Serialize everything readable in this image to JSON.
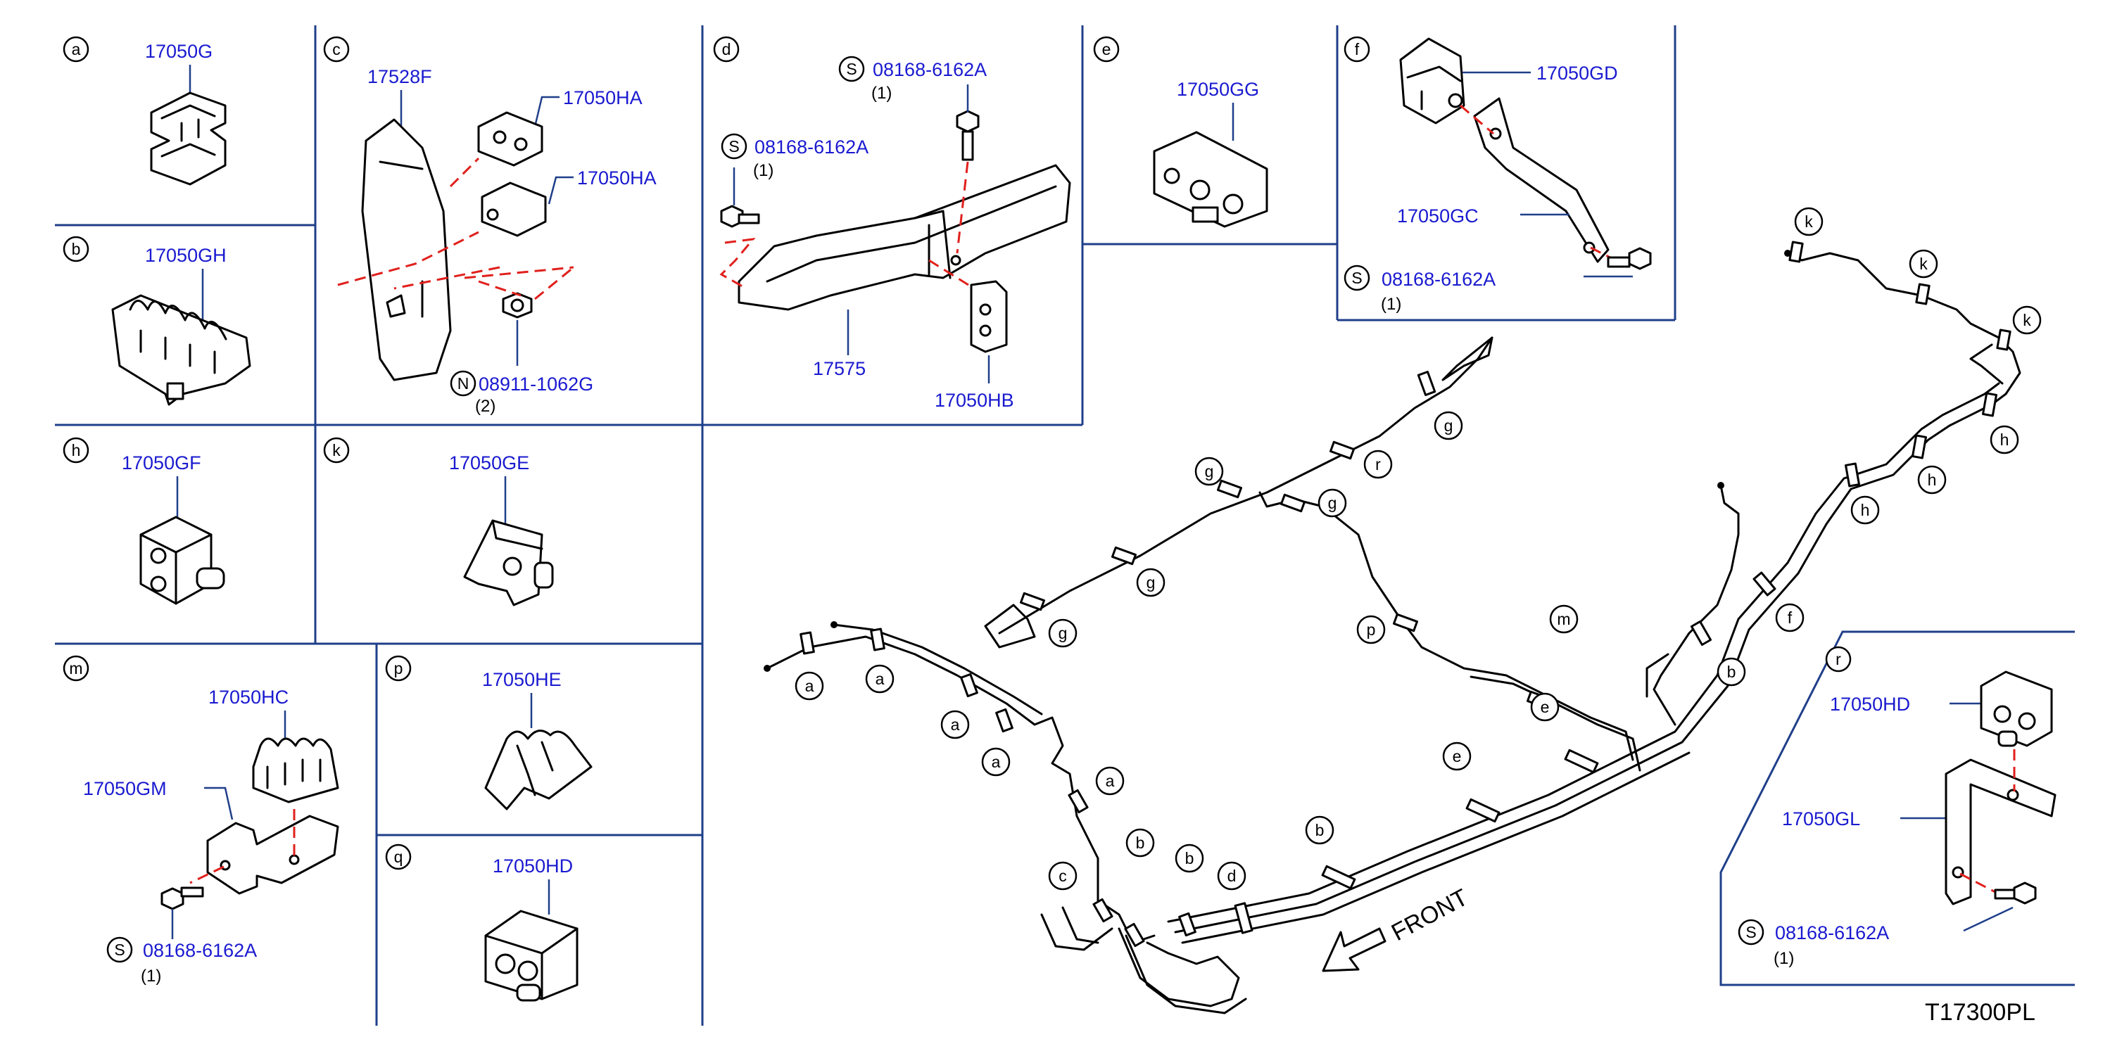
{
  "diagram_code": "T17300PL",
  "front_label": "FRONT",
  "panels": {
    "a": {
      "letter": "a",
      "parts": [
        {
          "no": "17050G"
        }
      ]
    },
    "b": {
      "letter": "b",
      "parts": [
        {
          "no": "17050GH"
        }
      ]
    },
    "c": {
      "letter": "c",
      "parts": [
        {
          "no": "17528F"
        },
        {
          "no": "17050HA"
        },
        {
          "no": "17050HA"
        },
        {
          "no": "08911-1062G",
          "prefix": "N",
          "qty": "(2)"
        }
      ]
    },
    "d": {
      "letter": "d",
      "parts": [
        {
          "no": "08168-6162A",
          "prefix": "S",
          "qty": "(1)"
        },
        {
          "no": "08168-6162A",
          "prefix": "S",
          "qty": "(1)"
        },
        {
          "no": "17575"
        },
        {
          "no": "17050HB"
        }
      ]
    },
    "e": {
      "letter": "e",
      "parts": [
        {
          "no": "17050GG"
        }
      ]
    },
    "f": {
      "letter": "f",
      "parts": [
        {
          "no": "17050GD"
        },
        {
          "no": "17050GC"
        },
        {
          "no": "08168-6162A",
          "prefix": "S",
          "qty": "(1)"
        }
      ]
    },
    "h": {
      "letter": "h",
      "parts": [
        {
          "no": "17050GF"
        }
      ]
    },
    "k": {
      "letter": "k",
      "parts": [
        {
          "no": "17050GE"
        }
      ]
    },
    "m": {
      "letter": "m",
      "parts": [
        {
          "no": "17050HC"
        },
        {
          "no": "17050GM"
        },
        {
          "no": "08168-6162A",
          "prefix": "S",
          "qty": "(1)"
        }
      ]
    },
    "p": {
      "letter": "p",
      "parts": [
        {
          "no": "17050HE"
        }
      ]
    },
    "q": {
      "letter": "q",
      "parts": [
        {
          "no": "17050HD"
        }
      ]
    },
    "r": {
      "letter": "r",
      "parts": [
        {
          "no": "17050HD"
        },
        {
          "no": "17050GL"
        },
        {
          "no": "08168-6162A",
          "prefix": "S",
          "qty": "(1)"
        }
      ]
    }
  },
  "callouts": {
    "a": "a",
    "b": "b",
    "c": "c",
    "d": "d",
    "e": "e",
    "f": "f",
    "g": "g",
    "h": "h",
    "k": "k",
    "m": "m",
    "p": "p",
    "r": "r"
  }
}
